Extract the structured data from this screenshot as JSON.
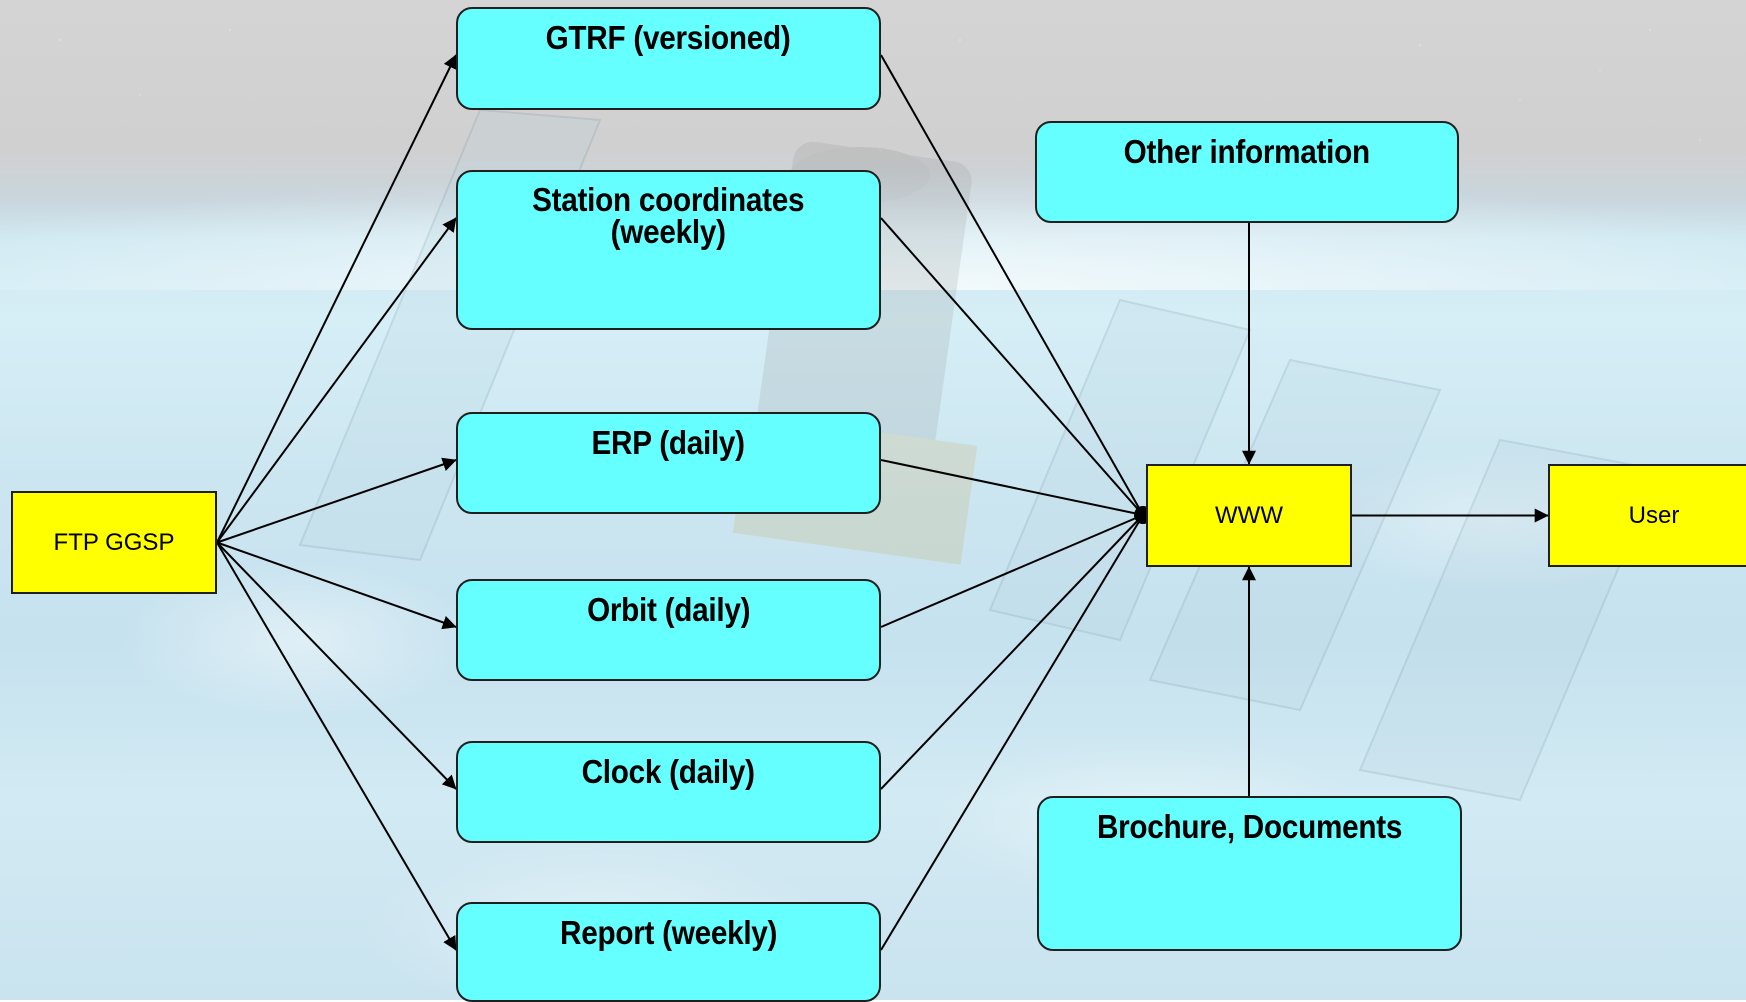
{
  "diagram": {
    "nodes": {
      "gtrf": "GTRF (versioned)",
      "station": "Station coordinates\n(weekly)",
      "erp": "ERP (daily)",
      "orbit": "Orbit (daily)",
      "clock": "Clock (daily)",
      "report": "Report (weekly)",
      "ftp": "FTP GGSP",
      "www": "WWW",
      "user": "User",
      "other": "Other information",
      "brochure": "Brochure, Documents"
    },
    "edges": [
      {
        "from": "ftp",
        "to": "gtrf",
        "arrow": "to"
      },
      {
        "from": "ftp",
        "to": "station",
        "arrow": "to"
      },
      {
        "from": "ftp",
        "to": "erp",
        "arrow": "to"
      },
      {
        "from": "ftp",
        "to": "orbit",
        "arrow": "to"
      },
      {
        "from": "ftp",
        "to": "clock",
        "arrow": "to"
      },
      {
        "from": "ftp",
        "to": "report",
        "arrow": "to"
      },
      {
        "from": "gtrf",
        "to": "www",
        "arrow": "none"
      },
      {
        "from": "station",
        "to": "www",
        "arrow": "none"
      },
      {
        "from": "erp",
        "to": "www",
        "arrow": "none"
      },
      {
        "from": "orbit",
        "to": "www",
        "arrow": "none"
      },
      {
        "from": "clock",
        "to": "www",
        "arrow": "none"
      },
      {
        "from": "report",
        "to": "www",
        "arrow": "none"
      },
      {
        "from": "www",
        "to": "user",
        "arrow": "to"
      },
      {
        "from": "other",
        "to": "www",
        "arrow": "to"
      },
      {
        "from": "brochure",
        "to": "www",
        "arrow": "to"
      }
    ],
    "colors": {
      "data_box": "#66ffff",
      "endpoint_box": "#ffff00",
      "edge": "#000000"
    }
  }
}
